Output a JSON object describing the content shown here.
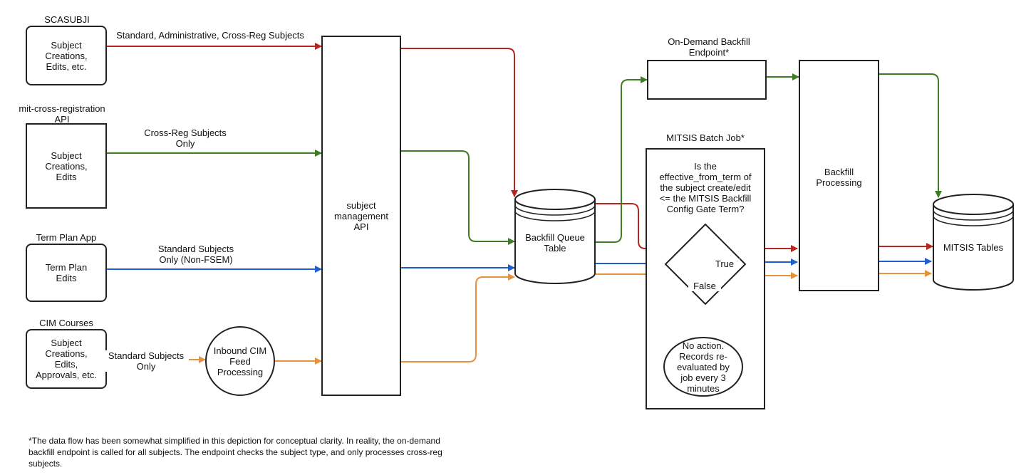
{
  "sources": {
    "scasubji": {
      "title": "SCASUBJI",
      "body": "Subject\nCreations,\nEdits, etc."
    },
    "mit_cross_reg": {
      "title": "mit-cross-registration\nAPI",
      "body": "Subject\nCreations,\nEdits"
    },
    "term_plan": {
      "title": "Term Plan App",
      "body": "Term Plan\nEdits"
    },
    "cim": {
      "title": "CIM Courses",
      "body": "Subject\nCreations,\nEdits,\nApprovals, etc."
    }
  },
  "edge_labels": {
    "scasubji": "Standard, Administrative, Cross-Reg Subjects",
    "cross_reg": "Cross-Reg Subjects\nOnly",
    "term_plan": "Standard Subjects\nOnly  (Non-FSEM)",
    "cim": "Standard Subjects\nOnly"
  },
  "inbound_cim": "Inbound CIM\nFeed\nProcessing",
  "subject_api": "subject\nmanagement\nAPI",
  "backfill_queue": "Backfill Queue\nTable",
  "on_demand": {
    "title": "On-Demand Backfill\nEndpoint*"
  },
  "batch_job": {
    "title": "MITSIS Batch Job*",
    "question": "Is the\neffective_from_term of\nthe subject create/edit\n<= the MITSIS Backfill\nConfig Gate Term?",
    "true_label": "True",
    "false_label": "False",
    "no_action": "No action.\nRecords re-\nevaluated by\njob every 3\nminutes"
  },
  "backfill_processing": "Backfill\nProcessing",
  "mitsis_tables": "MITSIS Tables",
  "footnote": "*The data flow has been somewhat simplified in this depiction for conceptual clarity. In reality, the on-demand backfill endpoint is called for all subjects. The endpoint checks the subject type, and only processes cross-reg subjects.",
  "colors": {
    "red": "#b5261e",
    "green": "#3f7d24",
    "blue": "#1f5fcf",
    "orange": "#e8913d",
    "stroke": "#222222"
  }
}
